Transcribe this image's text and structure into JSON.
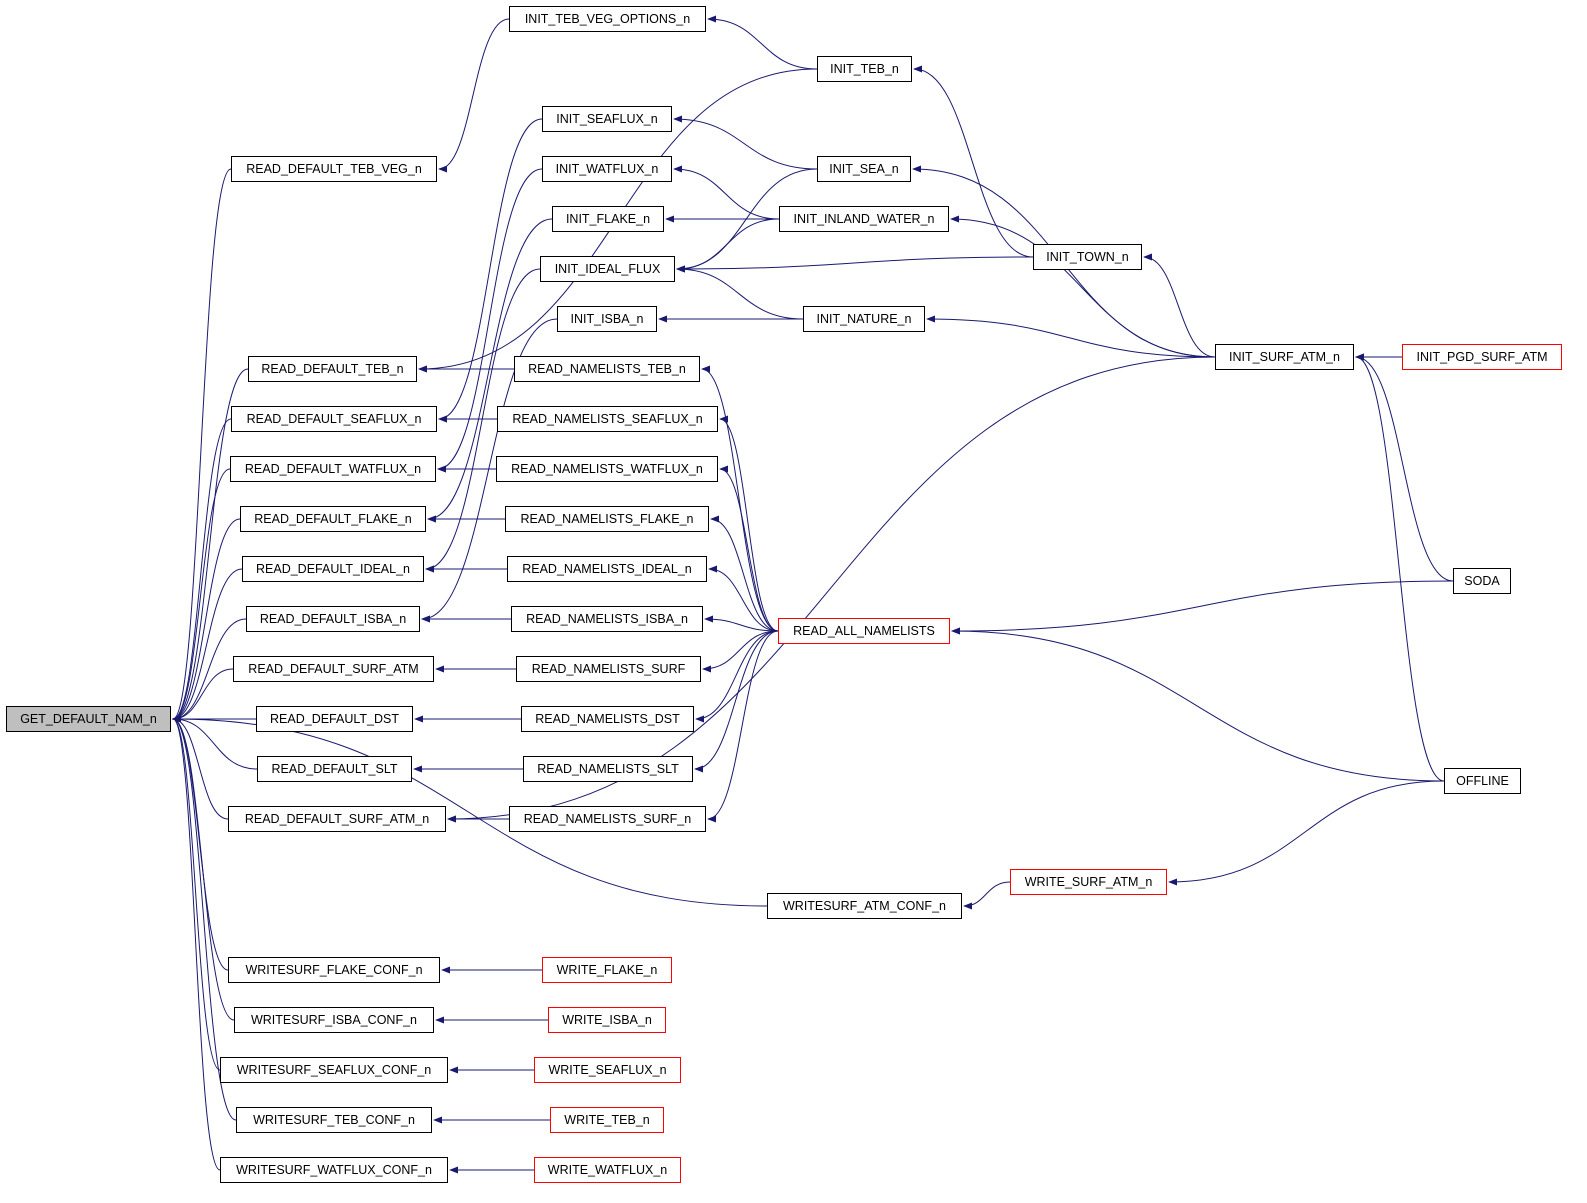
{
  "title": "Caller graph of GET_DEFAULT_NAM_n",
  "colors": {
    "edge": "#191970",
    "node_border": "#000000",
    "external_border": "#ff0000",
    "root_fill": "#bfbfbf"
  },
  "nodes": [
    {
      "id": "get_default_nam",
      "label": "GET_DEFAULT_NAM_n",
      "root": true
    },
    {
      "id": "read_default_teb_veg",
      "label": "READ_DEFAULT_TEB_VEG_n"
    },
    {
      "id": "read_default_teb",
      "label": "READ_DEFAULT_TEB_n"
    },
    {
      "id": "read_default_seaflux",
      "label": "READ_DEFAULT_SEAFLUX_n"
    },
    {
      "id": "read_default_watflux",
      "label": "READ_DEFAULT_WATFLUX_n"
    },
    {
      "id": "read_default_flake",
      "label": "READ_DEFAULT_FLAKE_n"
    },
    {
      "id": "read_default_ideal",
      "label": "READ_DEFAULT_IDEAL_n"
    },
    {
      "id": "read_default_isba",
      "label": "READ_DEFAULT_ISBA_n"
    },
    {
      "id": "read_default_surf_atm",
      "label": "READ_DEFAULT_SURF_ATM"
    },
    {
      "id": "read_default_dst",
      "label": "READ_DEFAULT_DST"
    },
    {
      "id": "read_default_slt",
      "label": "READ_DEFAULT_SLT"
    },
    {
      "id": "read_default_surf_atm_n",
      "label": "READ_DEFAULT_SURF_ATM_n"
    },
    {
      "id": "writesurf_flake_conf",
      "label": "WRITESURF_FLAKE_CONF_n"
    },
    {
      "id": "writesurf_isba_conf",
      "label": "WRITESURF_ISBA_CONF_n"
    },
    {
      "id": "writesurf_seaflux_conf",
      "label": "WRITESURF_SEAFLUX_CONF_n"
    },
    {
      "id": "writesurf_teb_conf",
      "label": "WRITESURF_TEB_CONF_n"
    },
    {
      "id": "writesurf_watflux_conf",
      "label": "WRITESURF_WATFLUX_CONF_n"
    },
    {
      "id": "init_teb_veg_options",
      "label": "INIT_TEB_VEG_OPTIONS_n"
    },
    {
      "id": "init_seaflux",
      "label": "INIT_SEAFLUX_n"
    },
    {
      "id": "init_watflux",
      "label": "INIT_WATFLUX_n"
    },
    {
      "id": "init_flake",
      "label": "INIT_FLAKE_n"
    },
    {
      "id": "init_ideal_flux",
      "label": "INIT_IDEAL_FLUX"
    },
    {
      "id": "init_isba",
      "label": "INIT_ISBA_n"
    },
    {
      "id": "read_namelists_teb",
      "label": "READ_NAMELISTS_TEB_n"
    },
    {
      "id": "read_namelists_seaflux",
      "label": "READ_NAMELISTS_SEAFLUX_n"
    },
    {
      "id": "read_namelists_watflux",
      "label": "READ_NAMELISTS_WATFLUX_n"
    },
    {
      "id": "read_namelists_flake",
      "label": "READ_NAMELISTS_FLAKE_n"
    },
    {
      "id": "read_namelists_ideal",
      "label": "READ_NAMELISTS_IDEAL_n"
    },
    {
      "id": "read_namelists_isba",
      "label": "READ_NAMELISTS_ISBA_n"
    },
    {
      "id": "read_namelists_surf",
      "label": "READ_NAMELISTS_SURF"
    },
    {
      "id": "read_namelists_dst",
      "label": "READ_NAMELISTS_DST"
    },
    {
      "id": "read_namelists_slt",
      "label": "READ_NAMELISTS_SLT"
    },
    {
      "id": "read_namelists_surf_n",
      "label": "READ_NAMELISTS_SURF_n"
    },
    {
      "id": "write_flake",
      "label": "WRITE_FLAKE_n",
      "external": true
    },
    {
      "id": "write_isba",
      "label": "WRITE_ISBA_n",
      "external": true
    },
    {
      "id": "write_seaflux",
      "label": "WRITE_SEAFLUX_n",
      "external": true
    },
    {
      "id": "write_teb",
      "label": "WRITE_TEB_n",
      "external": true
    },
    {
      "id": "write_watflux",
      "label": "WRITE_WATFLUX_n",
      "external": true
    },
    {
      "id": "init_teb",
      "label": "INIT_TEB_n"
    },
    {
      "id": "init_sea",
      "label": "INIT_SEA_n"
    },
    {
      "id": "init_inland_water",
      "label": "INIT_INLAND_WATER_n"
    },
    {
      "id": "init_nature",
      "label": "INIT_NATURE_n"
    },
    {
      "id": "read_all_namelists",
      "label": "READ_ALL_NAMELISTS",
      "external": true
    },
    {
      "id": "writesurf_atm_conf",
      "label": "WRITESURF_ATM_CONF_n"
    },
    {
      "id": "init_town",
      "label": "INIT_TOWN_n"
    },
    {
      "id": "write_surf_atm",
      "label": "WRITE_SURF_ATM_n",
      "external": true
    },
    {
      "id": "init_surf_atm",
      "label": "INIT_SURF_ATM_n"
    },
    {
      "id": "init_pgd_surf_atm",
      "label": "INIT_PGD_SURF_ATM",
      "external": true
    },
    {
      "id": "soda",
      "label": "SODA"
    },
    {
      "id": "offline",
      "label": "OFFLINE"
    }
  ],
  "edges": [
    [
      "read_default_teb_veg",
      "get_default_nam"
    ],
    [
      "read_default_teb",
      "get_default_nam"
    ],
    [
      "read_default_seaflux",
      "get_default_nam"
    ],
    [
      "read_default_watflux",
      "get_default_nam"
    ],
    [
      "read_default_flake",
      "get_default_nam"
    ],
    [
      "read_default_ideal",
      "get_default_nam"
    ],
    [
      "read_default_isba",
      "get_default_nam"
    ],
    [
      "read_default_surf_atm",
      "get_default_nam"
    ],
    [
      "read_default_dst",
      "get_default_nam"
    ],
    [
      "read_default_slt",
      "get_default_nam"
    ],
    [
      "read_default_surf_atm_n",
      "get_default_nam"
    ],
    [
      "writesurf_atm_conf",
      "get_default_nam"
    ],
    [
      "writesurf_flake_conf",
      "get_default_nam"
    ],
    [
      "writesurf_isba_conf",
      "get_default_nam"
    ],
    [
      "writesurf_seaflux_conf",
      "get_default_nam"
    ],
    [
      "writesurf_teb_conf",
      "get_default_nam"
    ],
    [
      "writesurf_watflux_conf",
      "get_default_nam"
    ],
    [
      "init_teb_veg_options",
      "read_default_teb_veg"
    ],
    [
      "init_teb",
      "read_default_teb"
    ],
    [
      "init_seaflux",
      "read_default_seaflux"
    ],
    [
      "init_watflux",
      "read_default_watflux"
    ],
    [
      "init_flake",
      "read_default_flake"
    ],
    [
      "init_ideal_flux",
      "read_default_ideal"
    ],
    [
      "init_isba",
      "read_default_isba"
    ],
    [
      "read_namelists_teb",
      "read_default_teb"
    ],
    [
      "read_namelists_seaflux",
      "read_default_seaflux"
    ],
    [
      "read_namelists_watflux",
      "read_default_watflux"
    ],
    [
      "read_namelists_flake",
      "read_default_flake"
    ],
    [
      "read_namelists_ideal",
      "read_default_ideal"
    ],
    [
      "read_namelists_isba",
      "read_default_isba"
    ],
    [
      "read_namelists_surf",
      "read_default_surf_atm"
    ],
    [
      "read_namelists_dst",
      "read_default_dst"
    ],
    [
      "read_namelists_slt",
      "read_default_slt"
    ],
    [
      "read_namelists_surf_n",
      "read_default_surf_atm_n"
    ],
    [
      "init_surf_atm",
      "read_default_surf_atm_n"
    ],
    [
      "write_flake",
      "writesurf_flake_conf"
    ],
    [
      "write_isba",
      "writesurf_isba_conf"
    ],
    [
      "write_seaflux",
      "writesurf_seaflux_conf"
    ],
    [
      "write_teb",
      "writesurf_teb_conf"
    ],
    [
      "write_watflux",
      "writesurf_watflux_conf"
    ],
    [
      "init_teb",
      "init_teb_veg_options"
    ],
    [
      "init_sea",
      "init_seaflux"
    ],
    [
      "init_inland_water",
      "init_watflux"
    ],
    [
      "init_inland_water",
      "init_flake"
    ],
    [
      "init_sea",
      "init_ideal_flux"
    ],
    [
      "init_inland_water",
      "init_ideal_flux"
    ],
    [
      "init_town",
      "init_ideal_flux"
    ],
    [
      "init_nature",
      "init_ideal_flux"
    ],
    [
      "init_nature",
      "init_isba"
    ],
    [
      "read_all_namelists",
      "read_namelists_teb"
    ],
    [
      "read_all_namelists",
      "read_namelists_seaflux"
    ],
    [
      "read_all_namelists",
      "read_namelists_watflux"
    ],
    [
      "read_all_namelists",
      "read_namelists_flake"
    ],
    [
      "read_all_namelists",
      "read_namelists_ideal"
    ],
    [
      "read_all_namelists",
      "read_namelists_isba"
    ],
    [
      "read_all_namelists",
      "read_namelists_surf"
    ],
    [
      "read_all_namelists",
      "read_namelists_dst"
    ],
    [
      "read_all_namelists",
      "read_namelists_slt"
    ],
    [
      "read_all_namelists",
      "read_namelists_surf_n"
    ],
    [
      "init_town",
      "init_teb"
    ],
    [
      "init_surf_atm",
      "init_sea"
    ],
    [
      "init_surf_atm",
      "init_inland_water"
    ],
    [
      "init_surf_atm",
      "init_town"
    ],
    [
      "init_surf_atm",
      "init_nature"
    ],
    [
      "write_surf_atm",
      "writesurf_atm_conf"
    ],
    [
      "soda",
      "read_all_namelists"
    ],
    [
      "offline",
      "read_all_namelists"
    ],
    [
      "init_pgd_surf_atm",
      "init_surf_atm"
    ],
    [
      "soda",
      "init_surf_atm"
    ],
    [
      "offline",
      "init_surf_atm"
    ],
    [
      "offline",
      "write_surf_atm"
    ]
  ]
}
